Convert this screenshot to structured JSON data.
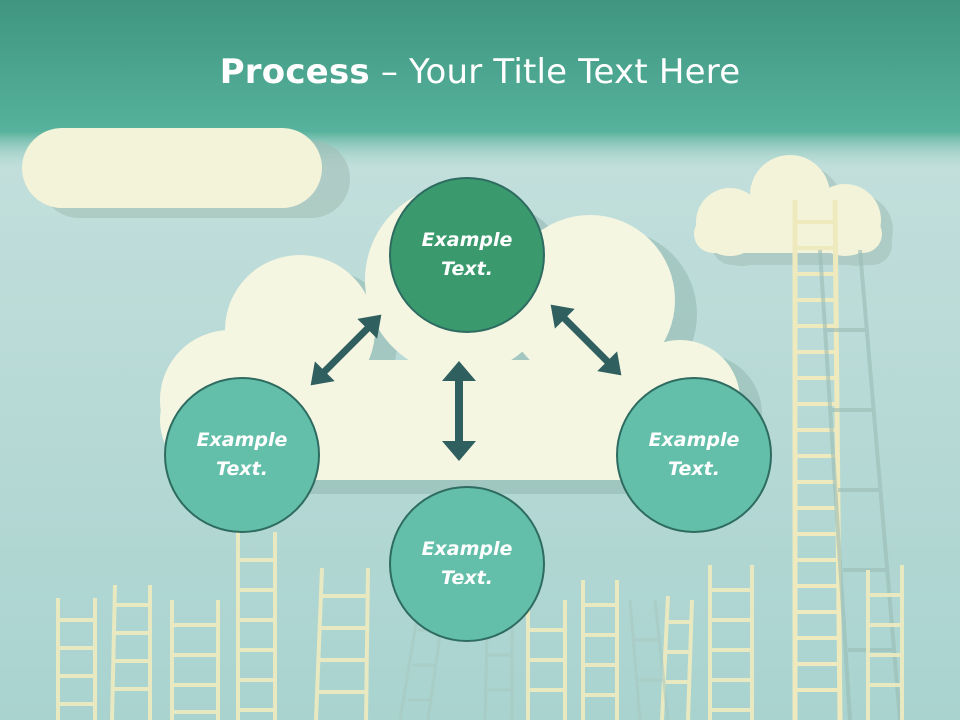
{
  "slide": {
    "title_bold": "Process",
    "title_rest": " – Your Title Text Here"
  },
  "nodes": [
    {
      "line1": "Example",
      "line2": "Text."
    },
    {
      "line1": "Example",
      "line2": "Text."
    },
    {
      "line1": "Example",
      "line2": "Text."
    },
    {
      "line1": "Example",
      "line2": "Text."
    }
  ],
  "colors": {
    "header": "#4fae99",
    "top_node": "#3a9a6e",
    "side_nodes": "#63bfa9",
    "arrows": "#2f5f5e",
    "cloud": "#f5f6e2",
    "ladder": "#f3efc2"
  },
  "icons": [
    "cloud-icon",
    "ladder-icon",
    "double-arrow-icon"
  ]
}
